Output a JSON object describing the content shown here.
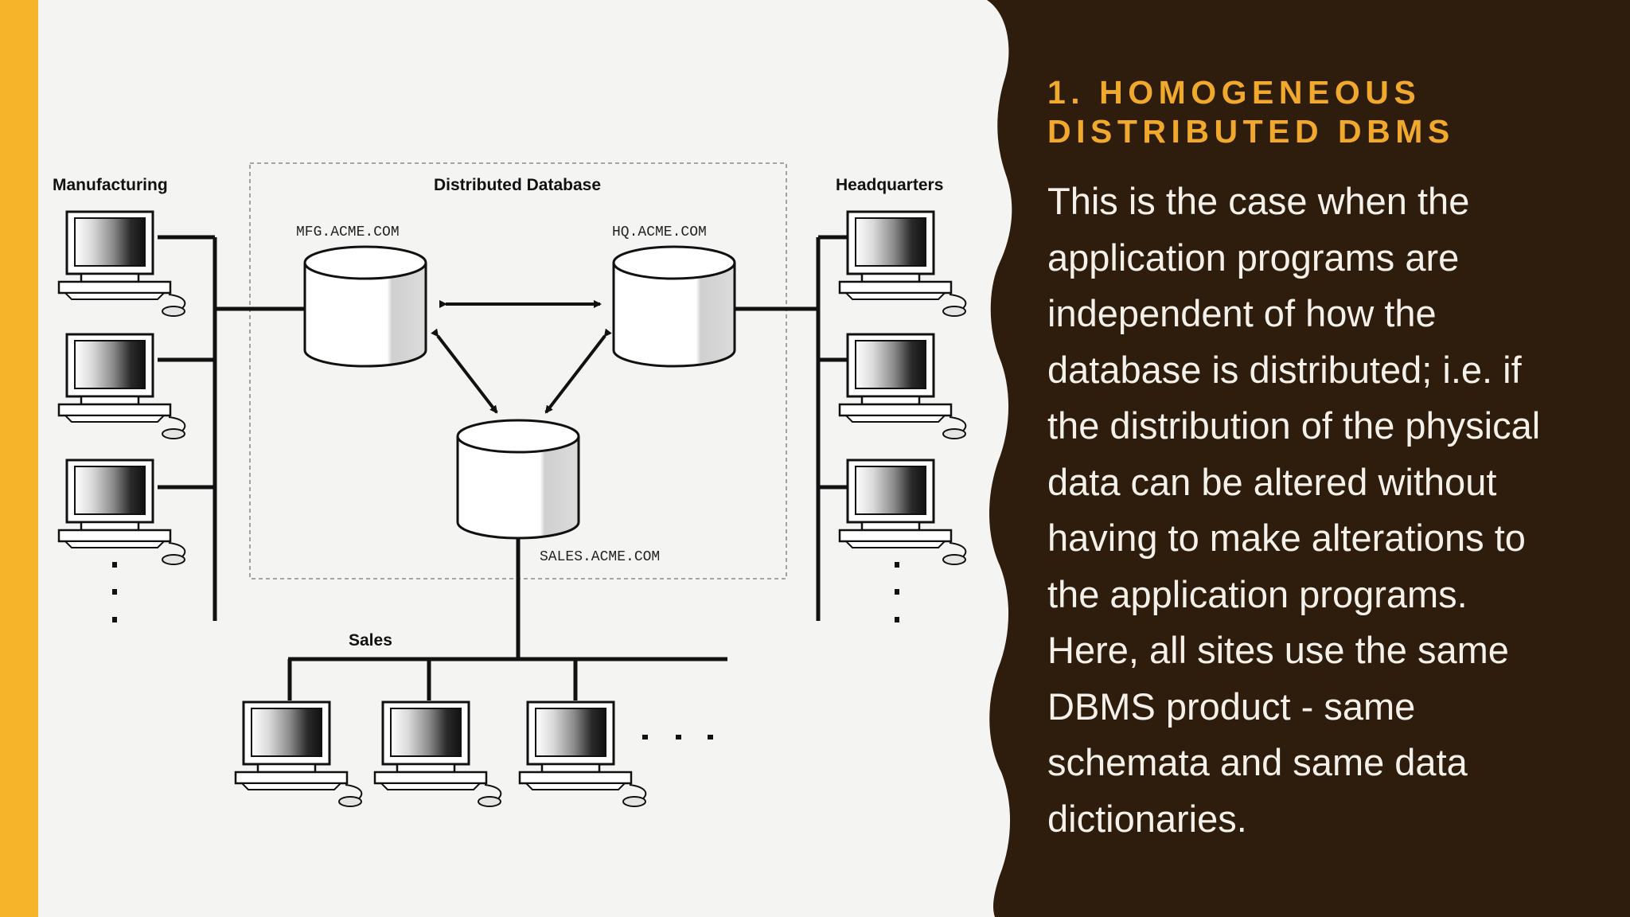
{
  "slide": {
    "title_line1": "1. HOMOGENEOUS",
    "title_line2": "DISTRIBUTED DBMS",
    "body_lines": [
      "This is the case when the",
      "application programs are",
      "independent of how the",
      "database is distributed; i.e. if",
      "the distribution of the physical",
      "data can be altered without",
      "having to make alterations to",
      "the application programs.",
      "Here, all sites use the same",
      "DBMS product - same",
      "schemata and same data",
      "dictionaries."
    ]
  },
  "diagram": {
    "group_labels": {
      "manufacturing": "Manufacturing",
      "distributed_database": "Distributed Database",
      "headquarters": "Headquarters",
      "sales": "Sales"
    },
    "databases": {
      "mfg": "MFG.ACME.COM",
      "hq": "HQ.ACME.COM",
      "sales": "SALES.ACME.COM"
    }
  },
  "colors": {
    "accent_bar": "#f5b429",
    "dark_panel": "#2e1d0d",
    "title": "#f0a92c",
    "body_text": "#f4f1ea",
    "slide_background": "#f4f5f3"
  }
}
